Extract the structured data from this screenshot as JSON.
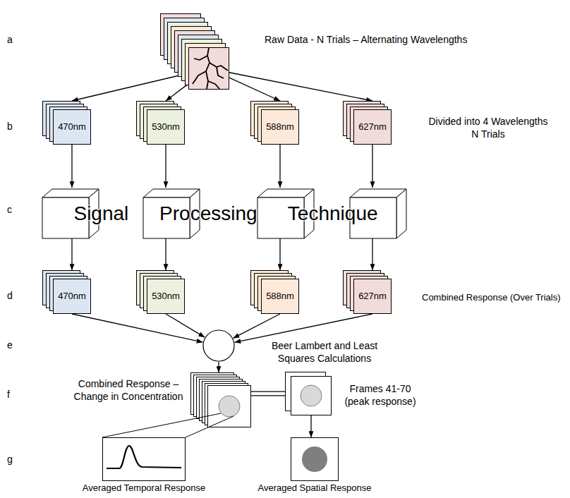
{
  "diagram": {
    "nodes": [
      {
        "text": [
          "Raw Data - N Trials – Alternating Wavelengths"
        ]
      },
      {
        "text": [
          "470nm"
        ]
      },
      {
        "text": [
          "530nm"
        ]
      },
      {
        "text": [
          "588nm"
        ]
      },
      {
        "text": [
          "627nm"
        ]
      },
      {
        "text": [
          "Signal Processing Technique"
        ]
      },
      {
        "text": [
          "470nm"
        ]
      },
      {
        "text": [
          "530nm"
        ]
      },
      {
        "text": [
          "588nm"
        ]
      },
      {
        "text": [
          "627nm"
        ]
      },
      {
        "text": [
          "Beer Lambert and Least Squares Calculations"
        ]
      },
      {
        "text": [
          "Combined Response – Change in Concentration"
        ]
      },
      {
        "text": [
          "Frames 41-70 (peak response)"
        ]
      },
      {
        "text": [
          "Averaged Temporal Response"
        ]
      },
      {
        "text": [
          "Averaged Spatial Response"
        ]
      }
    ],
    "edges": [
      {
        "from": 0,
        "to": 1,
        "arrow": "to"
      },
      {
        "from": 0,
        "to": 2,
        "arrow": "to"
      },
      {
        "from": 0,
        "to": 3,
        "arrow": "to"
      },
      {
        "from": 0,
        "to": 4,
        "arrow": "to"
      },
      {
        "from": 1,
        "to": 5,
        "arrow": "to"
      },
      {
        "from": 2,
        "to": 5,
        "arrow": "to"
      },
      {
        "from": 3,
        "to": 5,
        "arrow": "to"
      },
      {
        "from": 4,
        "to": 5,
        "arrow": "to"
      },
      {
        "from": 5,
        "to": 6,
        "arrow": "to"
      },
      {
        "from": 5,
        "to": 7,
        "arrow": "to"
      },
      {
        "from": 5,
        "to": 8,
        "arrow": "to"
      },
      {
        "from": 5,
        "to": 9,
        "arrow": "to"
      },
      {
        "from": 6,
        "to": 10,
        "arrow": "to"
      },
      {
        "from": 7,
        "to": 10,
        "arrow": "to"
      },
      {
        "from": 8,
        "to": 10,
        "arrow": "to"
      },
      {
        "from": 9,
        "to": 10,
        "arrow": "to"
      },
      {
        "from": 10,
        "to": 11,
        "arrow": "to"
      },
      {
        "from": 11,
        "to": 12,
        "arrow": "none"
      },
      {
        "from": 12,
        "to": 14,
        "arrow": "to"
      }
    ],
    "labels": [
      "a",
      "b",
      "c",
      "d",
      "e",
      "f",
      "g",
      "Divided into 4 Wavelengths N Trials",
      "Combined Response (Over Trials)"
    ]
  }
}
